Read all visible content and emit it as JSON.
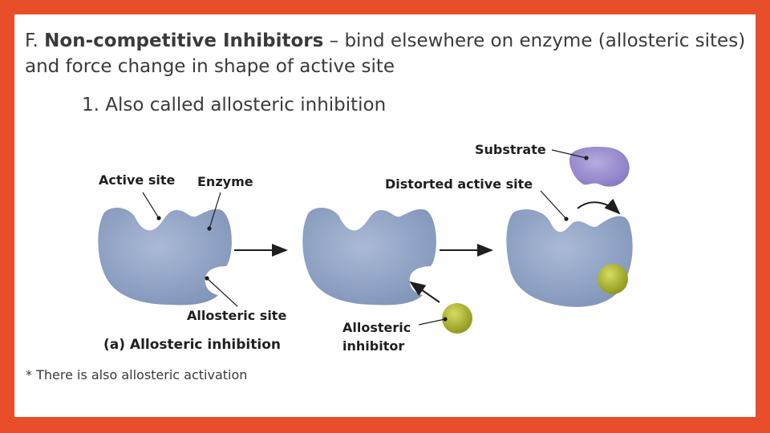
{
  "title": {
    "prefix": "F.  ",
    "bold": "Non-competitive Inhibitors",
    "rest": " – bind elsewhere on enzyme (allosteric sites) and force change in shape of active site"
  },
  "subpoint": "1.  Also called allosteric inhibition",
  "footnote": "* There is also allosteric activation",
  "diagram": {
    "labels": {
      "active_site": "Active site",
      "enzyme": "Enzyme",
      "allosteric_site": "Allosteric site",
      "caption": "(a)  Allosteric inhibition",
      "allosteric_inhibitor_line1": "Allosteric",
      "allosteric_inhibitor_line2": "inhibitor",
      "substrate": "Substrate",
      "distorted_active_site": "Distorted active site"
    },
    "colors": {
      "enzyme": "#8fa3c6",
      "inhibitor": "#a9b32a",
      "substrate": "#9b8ccf",
      "frame": "#e84e2a"
    }
  }
}
